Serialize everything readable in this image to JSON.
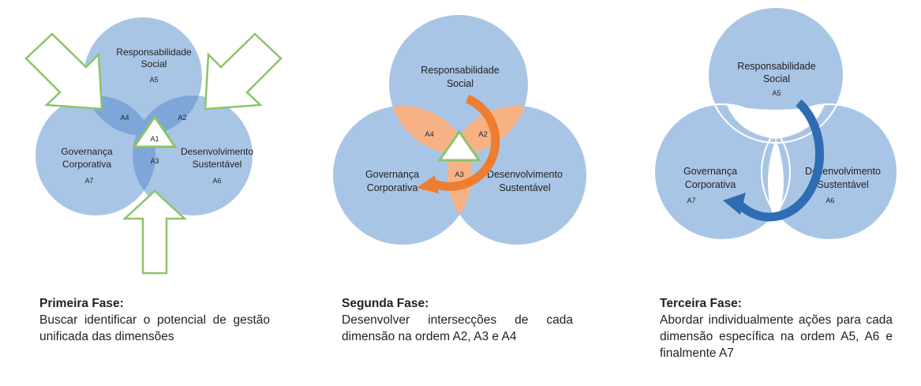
{
  "diagrams": [
    {
      "phase_title": "Primeira Fase:",
      "phase_text": "Buscar identificar o potencial de gestão unificada das dimensões",
      "regions": {
        "top_l1": "Responsabilidade",
        "top_l2": "Social",
        "top_code": "A5",
        "left_l1": "Governança",
        "left_l2": "Corporativa",
        "left_code": "A7",
        "right_l1": "Desenvolvimento",
        "right_l2": "Sustentável",
        "right_code": "A6",
        "a4": "A4",
        "a2": "A2",
        "a1": "A1",
        "a3": "A3"
      }
    },
    {
      "phase_title": "Segunda Fase:",
      "phase_text": "Desenvolver intersecções de cada dimensão na ordem A2, A3 e A4",
      "regions": {
        "top_l1": "Responsabilidade",
        "top_l2": "Social",
        "left_l1": "Governança",
        "left_l2": "Corporativa",
        "right_l1": "Desenvolvimento",
        "right_l2": "Sustentável",
        "a4": "A4",
        "a2": "A2",
        "a3": "A3"
      }
    },
    {
      "phase_title": "Terceira Fase:",
      "phase_text": "Abordar individualmente ações para cada dimensão específica na ordem A5, A6 e finalmente A7",
      "regions": {
        "top_l1": "Responsabilidade",
        "top_l2": "Social",
        "top_code": "A5",
        "left_l1": "Governança",
        "left_l2": "Corporativa",
        "left_code": "A7",
        "right_l1": "Desenvolvimento",
        "right_l2": "Sustentável",
        "right_code": "A6"
      }
    }
  ],
  "colors": {
    "circle": "#a9c5e6",
    "lens_dark": "#7ea6d8",
    "lens_orange": "#f6b285",
    "arrow_orange": "#ed7d31",
    "arrow_blue": "#2e6db4",
    "outline_green": "#8cc46a"
  }
}
